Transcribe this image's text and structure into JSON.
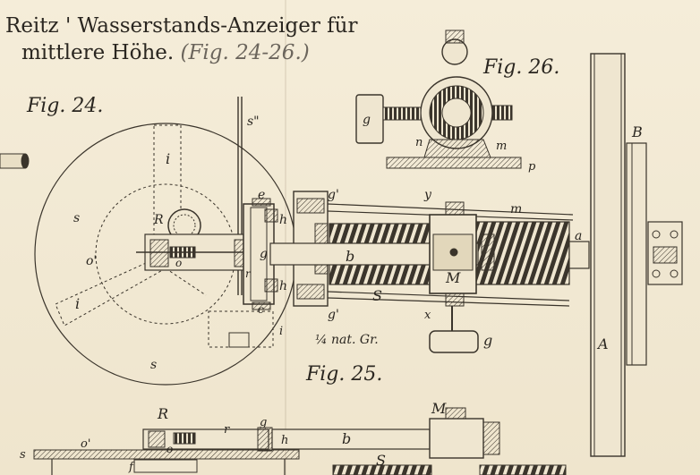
{
  "title": {
    "line1": "Reitz ' Wasserstands-Anzeiger für",
    "line2": "mittlere Höhe.",
    "figref": "(Fig. 24-26.)"
  },
  "figures": {
    "fig24": "Fig. 24.",
    "fig25": "Fig. 25.",
    "fig26": "Fig. 26."
  },
  "scale": "¼ nat. Gr.",
  "letters": {
    "s2": "s\"",
    "s": "s",
    "i": "i",
    "R": "R",
    "o": "o",
    "oprime": "o'",
    "c": "c",
    "e": "e",
    "g": "g",
    "h": "h",
    "r": "r",
    "gprime": "g'",
    "y": "y",
    "m": "m",
    "a": "a",
    "b": "b",
    "S": "S",
    "M": "M",
    "x": "x",
    "A": "A",
    "B": "B",
    "n": "n",
    "p": "p",
    "f": "f"
  }
}
